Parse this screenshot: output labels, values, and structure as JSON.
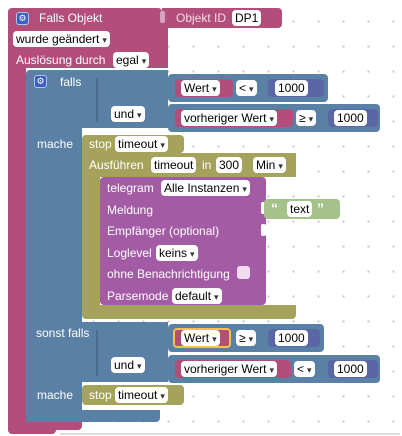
{
  "trigger": {
    "title": "Falls Objekt",
    "object_id_label": "Objekt ID",
    "object_id": "DP1",
    "wurde": "wurde geändert",
    "ausloesung_label": "Auslösung durch",
    "ausloesung": "egal"
  },
  "if_block": {
    "falls_label": "falls",
    "cond1": {
      "left": "Wert",
      "op": "<",
      "value": "1000"
    },
    "und_label": "und",
    "cond2": {
      "left": "vorheriger Wert",
      "op": "≥",
      "value": "1000"
    },
    "mache_label": "mache",
    "stop_label": "stop",
    "stop_timer": "timeout",
    "ausfuehren_label": "Ausführen",
    "timer_name": "timeout",
    "in_label": "in",
    "delay": "300",
    "unit": "Min"
  },
  "telegram": {
    "title": "telegram",
    "instance": "Alle Instanzen",
    "meldung_label": "Meldung",
    "text_value": "text",
    "empfaenger_label": "Empfänger (optional)",
    "loglevel_label": "Loglevel",
    "loglevel": "keins",
    "ohne_label": "ohne Benachrichtigung",
    "parsemode_label": "Parsemode",
    "parsemode": "default"
  },
  "elseif_block": {
    "sonst_label": "sonst falls",
    "cond1": {
      "left": "Wert",
      "op": "≥",
      "value": "1000"
    },
    "und_label": "und",
    "cond2": {
      "left": "vorheriger Wert",
      "op": "<",
      "value": "1000"
    },
    "mache_label": "mache",
    "stop_label": "stop",
    "stop_timer": "timeout"
  }
}
